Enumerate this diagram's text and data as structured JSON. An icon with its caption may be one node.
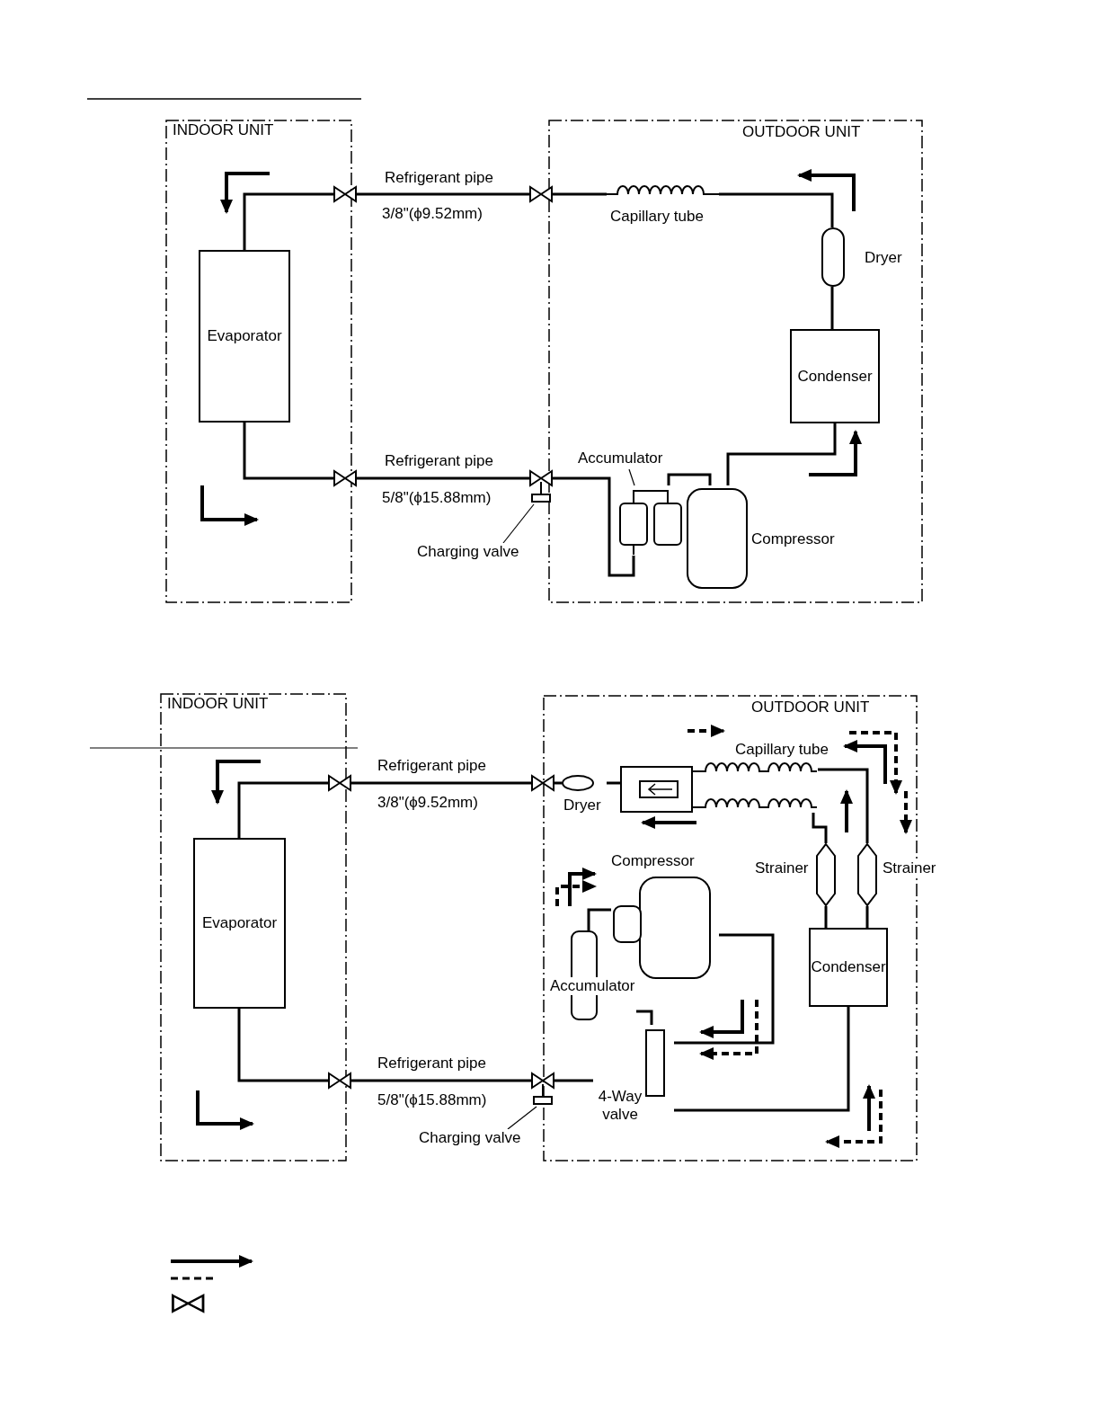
{
  "diagram": {
    "nodes": [
      {
        "text": [
          "INDOOR UNIT"
        ]
      },
      {
        "text": [
          "OUTDOOR UNIT"
        ]
      },
      {
        "text": [
          "Evaporator"
        ],
        "in": 0
      },
      {
        "text": [],
        "shape": "valve"
      },
      {
        "text": [],
        "shape": "valve"
      },
      {
        "text": [
          "Capillary tube"
        ],
        "in": 1
      },
      {
        "text": [
          "Dryer"
        ],
        "in": 1
      },
      {
        "text": [
          "Condenser"
        ],
        "in": 1
      },
      {
        "text": [
          "Accumulator"
        ],
        "in": 1
      },
      {
        "text": [],
        "shape": "box",
        "in": 1
      },
      {
        "text": [
          "Compressor"
        ],
        "in": 1
      },
      {
        "text": [],
        "shape": "valve"
      },
      {
        "text": [],
        "shape": "valve"
      },
      {
        "text": [
          "Charging valve"
        ]
      },
      {
        "text": [
          "INDOOR UNIT"
        ]
      },
      {
        "text": [
          "OUTDOOR UNIT"
        ]
      },
      {
        "text": [
          "Evaporator"
        ],
        "in": 14
      },
      {
        "text": [],
        "shape": "valve"
      },
      {
        "text": [],
        "shape": "valve"
      },
      {
        "text": [
          "Capillary tube"
        ],
        "in": 15
      },
      {
        "text": [
          "Dryer"
        ],
        "in": 15
      },
      {
        "text": [
          "Compressor"
        ],
        "in": 15
      },
      {
        "text": [
          "Strainer"
        ],
        "in": 15
      },
      {
        "text": [
          "Strainer"
        ],
        "in": 15
      },
      {
        "text": [
          "Condenser"
        ],
        "in": 15
      },
      {
        "text": [
          "Accumulator"
        ],
        "in": 15
      },
      {
        "text": [
          "4-Way valve"
        ],
        "in": 15
      },
      {
        "text": [],
        "shape": "valve"
      },
      {
        "text": [],
        "shape": "valve"
      },
      {
        "text": [
          "Charging valve"
        ]
      }
    ],
    "edges": [
      {
        "from": 2,
        "to": 3,
        "arrow": "none"
      },
      {
        "from": 3,
        "to": 4,
        "arrow": "none",
        "label": "Refrigerant pipe"
      },
      {
        "from": 4,
        "to": 5,
        "arrow": "none"
      },
      {
        "from": 5,
        "to": 6,
        "arrow": "none"
      },
      {
        "from": 6,
        "to": 7,
        "arrow": "none"
      },
      {
        "from": 7,
        "to": 10,
        "arrow": "none"
      },
      {
        "from": 10,
        "to": 9,
        "arrow": "none"
      },
      {
        "from": 9,
        "to": 12,
        "arrow": "none"
      },
      {
        "from": 12,
        "to": 11,
        "arrow": "none",
        "label": "Refrigerant pipe"
      },
      {
        "from": 11,
        "to": 2,
        "arrow": "none"
      },
      {
        "from": 8,
        "to": 9,
        "arrow": "none"
      },
      {
        "from": 13,
        "to": 12,
        "arrow": "none"
      },
      {
        "from": 16,
        "to": 17,
        "arrow": "none"
      },
      {
        "from": 17,
        "to": 18,
        "arrow": "none",
        "label": "Refrigerant pipe"
      },
      {
        "from": 18,
        "to": 20,
        "arrow": "none"
      },
      {
        "from": 20,
        "to": 19,
        "arrow": "none"
      },
      {
        "from": 19,
        "to": 22,
        "arrow": "none"
      },
      {
        "from": 19,
        "to": 23,
        "arrow": "none"
      },
      {
        "from": 22,
        "to": 24,
        "arrow": "none"
      },
      {
        "from": 23,
        "to": 24,
        "arrow": "none"
      },
      {
        "from": 24,
        "to": 26,
        "arrow": "none"
      },
      {
        "from": 26,
        "to": 21,
        "arrow": "none"
      },
      {
        "from": 26,
        "to": 25,
        "arrow": "none"
      },
      {
        "from": 25,
        "to": 21,
        "arrow": "none"
      },
      {
        "from": 26,
        "to": 28,
        "arrow": "none"
      },
      {
        "from": 28,
        "to": 27,
        "arrow": "none",
        "label": "Refrigerant pipe"
      },
      {
        "from": 27,
        "to": 16,
        "arrow": "none"
      },
      {
        "from": 29,
        "to": 28,
        "arrow": "none"
      }
    ],
    "labels": [
      "3/8\"(ϕ9.52mm)",
      "5/8\"(ϕ15.88mm)",
      "3/8\"(ϕ9.52mm)",
      "5/8\"(ϕ15.88mm)"
    ]
  }
}
